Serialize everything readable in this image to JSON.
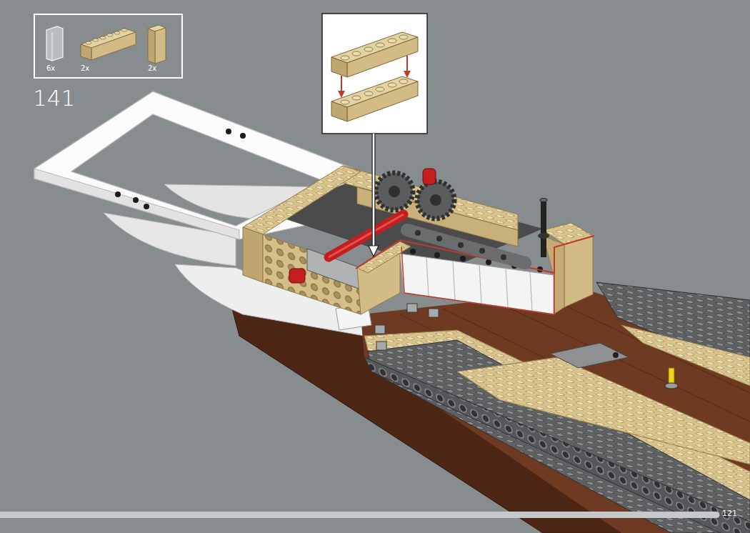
{
  "diagram": {
    "nodes": [
      {
        "text": [
          "6x",
          "2x",
          "2x"
        ]
      }
    ],
    "labels": [
      "141",
      "121"
    ]
  }
}
